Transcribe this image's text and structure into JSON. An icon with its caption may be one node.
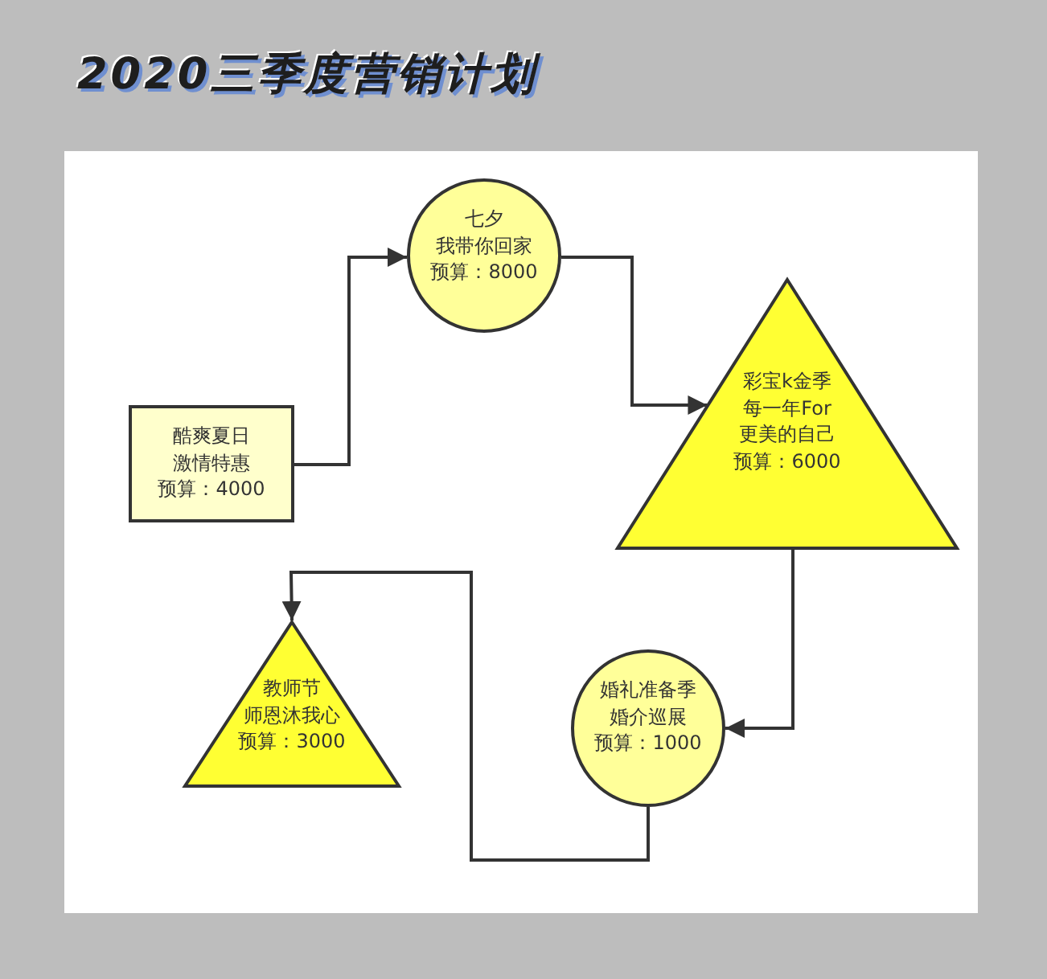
{
  "diagram": {
    "title": "2020三季度营销计划",
    "nodes": [
      {
        "text": [
          "酷爽夏日",
          "激情特惠",
          "预算：4000"
        ]
      },
      {
        "text": [
          "七夕",
          "我带你回家",
          "预算：8000"
        ]
      },
      {
        "text": [
          "彩宝k金季",
          "每一年For",
          "更美的自己",
          "预算：6000"
        ]
      },
      {
        "text": [
          "婚礼准备季",
          "婚介巡展",
          "预算：1000"
        ]
      },
      {
        "text": [
          "教师节",
          "师恩沐我心",
          "预算：3000"
        ]
      }
    ],
    "edges": [
      {
        "from": 0,
        "to": 1,
        "arrow": "to"
      },
      {
        "from": 1,
        "to": 2,
        "arrow": "to"
      },
      {
        "from": 2,
        "to": 3,
        "arrow": "to"
      },
      {
        "from": 3,
        "to": 4,
        "arrow": "to"
      }
    ]
  }
}
